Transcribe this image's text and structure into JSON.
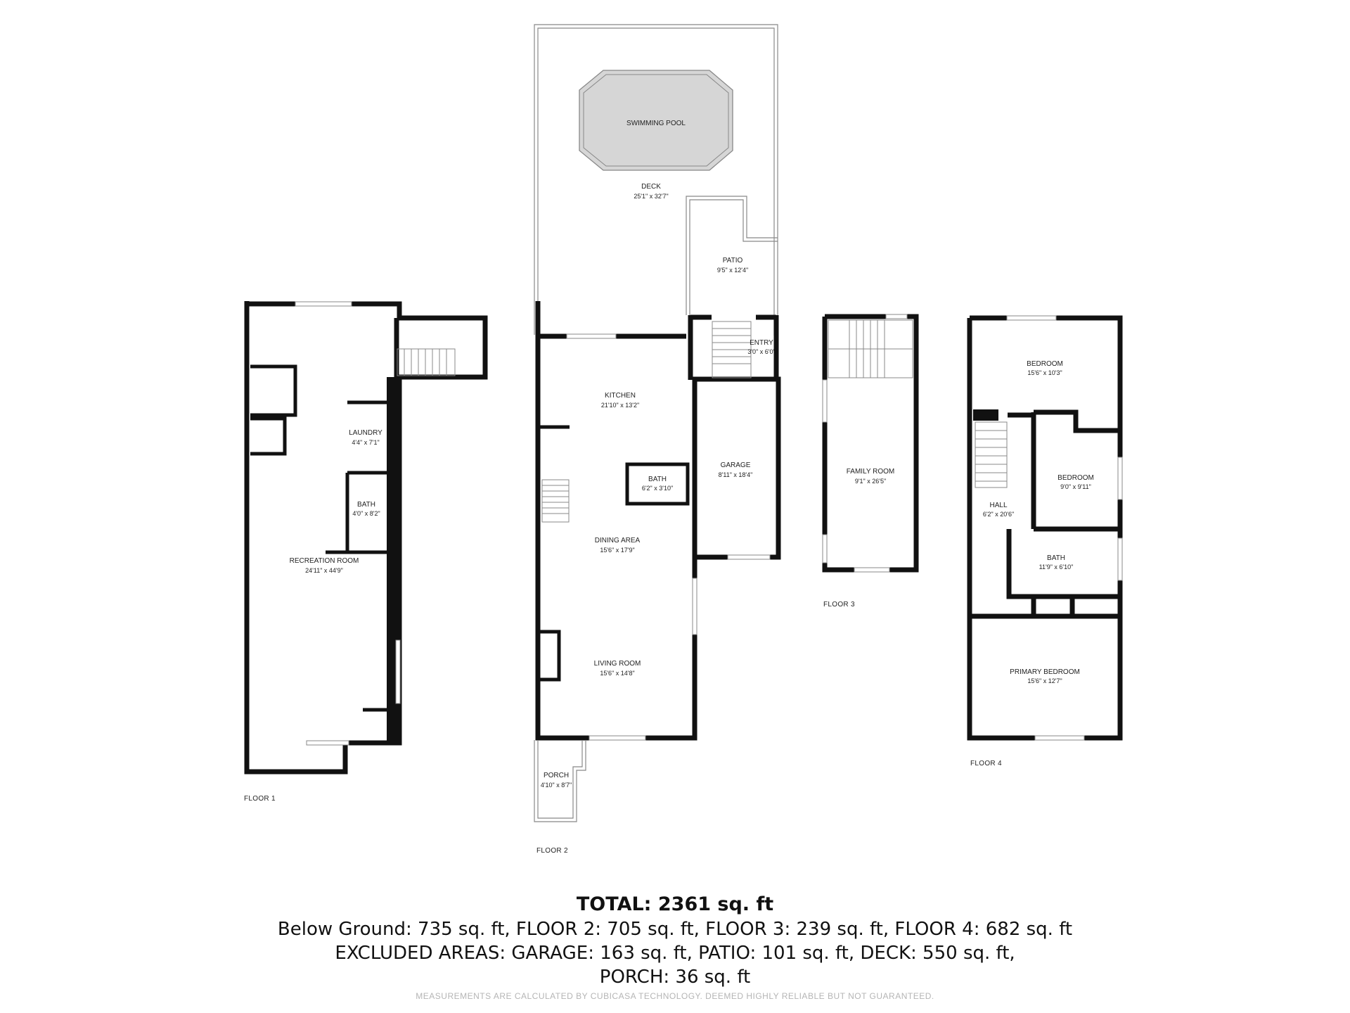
{
  "rooms": {
    "swimming_pool": {
      "name": "SWIMMING POOL"
    },
    "deck": {
      "name": "DECK",
      "dim": "25'1\" x 32'7\""
    },
    "patio": {
      "name": "PATIO",
      "dim": "9'5\" x 12'4\""
    },
    "entry": {
      "name": "ENTRY",
      "dim": "3'0\" x 6'0\""
    },
    "kitchen": {
      "name": "KITCHEN",
      "dim": "21'10\" x 13'2\""
    },
    "bath_floor2": {
      "name": "BATH",
      "dim": "6'2\" x 3'10\""
    },
    "garage": {
      "name": "GARAGE",
      "dim": "8'11\" x 18'4\""
    },
    "dining_area": {
      "name": "DINING AREA",
      "dim": "15'6\" x 17'9\""
    },
    "living_room": {
      "name": "LIVING ROOM",
      "dim": "15'6\" x 14'8\""
    },
    "porch": {
      "name": "PORCH",
      "dim": "4'10\" x 8'7\""
    },
    "laundry": {
      "name": "LAUNDRY",
      "dim": "4'4\" x 7'1\""
    },
    "bath_floor1": {
      "name": "BATH",
      "dim": "4'0\" x 8'2\""
    },
    "recreation_room": {
      "name": "RECREATION ROOM",
      "dim": "24'11\" x 44'9\""
    },
    "family_room": {
      "name": "FAMILY ROOM",
      "dim": "9'1\" x 26'5\""
    },
    "bedroom_top": {
      "name": "BEDROOM",
      "dim": "15'6\" x 10'3\""
    },
    "bedroom_mid": {
      "name": "BEDROOM",
      "dim": "9'0\" x 9'11\""
    },
    "hall": {
      "name": "HALL",
      "dim": "6'2\" x 20'6\""
    },
    "bath_floor4": {
      "name": "BATH",
      "dim": "11'9\" x 6'10\""
    },
    "primary_bedroom": {
      "name": "PRIMARY BEDROOM",
      "dim": "15'6\" x 12'7\""
    }
  },
  "floors": {
    "floor1": "FLOOR 1",
    "floor2": "FLOOR 2",
    "floor3": "FLOOR 3",
    "floor4": "FLOOR 4"
  },
  "summary": {
    "total": "TOTAL: 2361 sq. ft",
    "line1": "Below Ground: 735 sq. ft, FLOOR 2: 705 sq. ft, FLOOR 3: 239 sq. ft, FLOOR 4: 682 sq. ft",
    "line2": "EXCLUDED AREAS: GARAGE: 163 sq. ft, PATIO: 101 sq. ft, DECK: 550 sq. ft,",
    "line3": "PORCH: 36 sq. ft",
    "disclaimer": "MEASUREMENTS ARE CALCULATED BY CUBICASA TECHNOLOGY. DEEMED HIGHLY RELIABLE BUT NOT GUARANTEED."
  },
  "colors": {
    "wall": "#111111",
    "thin_line": "#888888",
    "pool_fill": "#d6d6d6",
    "text": "#222222",
    "disclaimer": "#b5b5b5"
  }
}
